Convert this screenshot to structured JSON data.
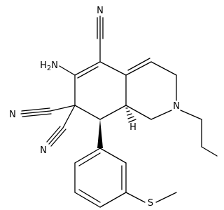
{
  "atom_labels": {
    "n_nitrile_top": "N",
    "amine": "H2N",
    "n_nitrile_left_upper": "N",
    "n_nitrile_left_lower": "N",
    "n_ring": "N",
    "h_stereo": "H",
    "sulfur": "S"
  },
  "colors": {
    "bond": "#000000",
    "text": "#000000",
    "background": "#ffffff"
  }
}
